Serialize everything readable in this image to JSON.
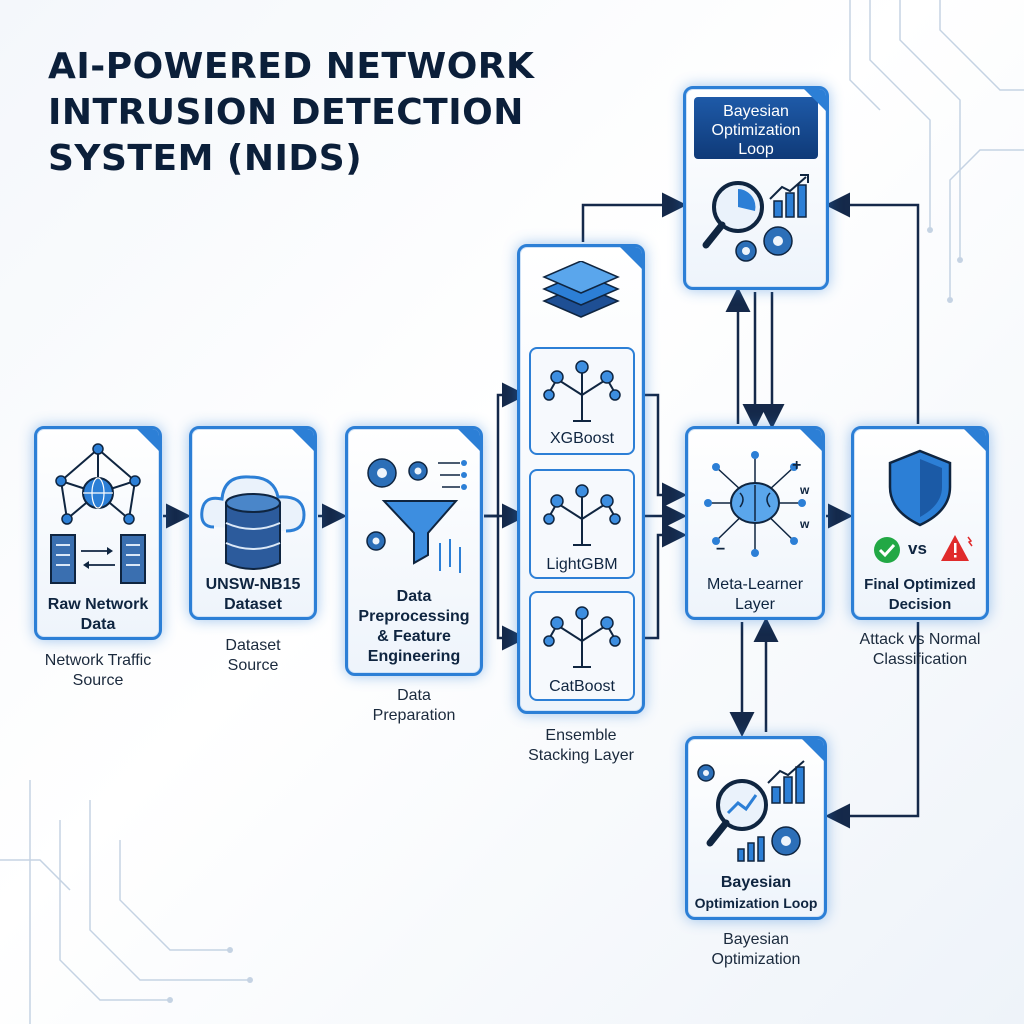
{
  "title": {
    "line1": "AI-POWERED NETWORK",
    "line2": "INTRUSION DETECTION",
    "line3": "SYSTEM (NIDS)"
  },
  "nodes": {
    "raw": {
      "label1": "Raw Network",
      "label2": "Data",
      "caption1": "Network Traffic",
      "caption2": "Source"
    },
    "dataset": {
      "label1": "UNSW-NB15",
      "label2": "Dataset",
      "caption1": "Dataset",
      "caption2": "Source"
    },
    "prep": {
      "label1": "Data",
      "label2": "Preprocessing",
      "label3": "& Feature",
      "label4": "Engineering",
      "caption1": "Data",
      "caption2": "Preparation"
    },
    "ensemble": {
      "models": [
        "XGBoost",
        "LightGBM",
        "CatBoost"
      ],
      "caption1": "Ensemble",
      "caption2": "Stacking Layer"
    },
    "meta": {
      "label1": "Meta-Learner",
      "label2": "Layer",
      "w": "w",
      "plus": "+",
      "minus": "−"
    },
    "final": {
      "label1": "Final Optimized",
      "label2": "Decision",
      "vs": "vs",
      "caption1": "Attack vs Normal",
      "caption2": "Classification"
    },
    "bayes_top": {
      "head1": "Bayesian",
      "head2": "Optimization",
      "head3": "Loop"
    },
    "bayes_bottom": {
      "label1": "Bayesian",
      "label2": "Optimization Loop",
      "caption1": "Bayesian",
      "caption2": "Optimization"
    }
  },
  "colors": {
    "accent": "#2c7fd6",
    "navy": "#0f2540",
    "light": "#cfe2f7",
    "safe": "#22a845",
    "alert": "#e02b2b"
  }
}
